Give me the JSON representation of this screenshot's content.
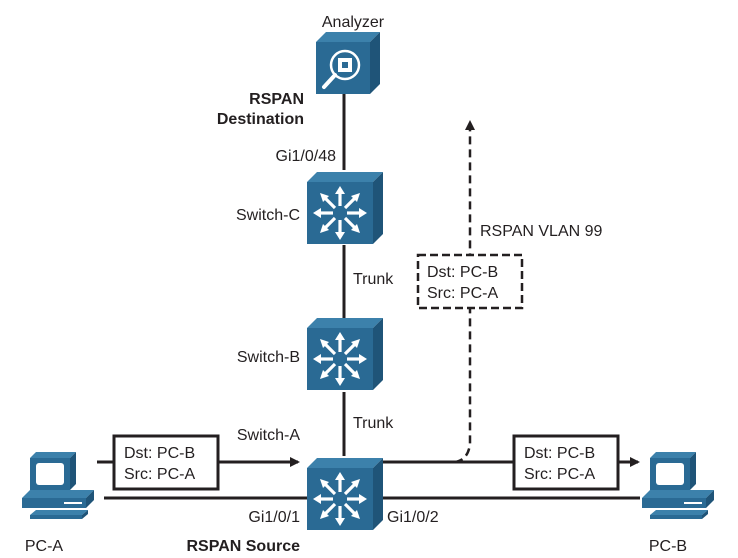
{
  "colors": {
    "device_face": "#2a6a94",
    "device_top": "#3c81ab",
    "device_side": "#1f5478",
    "line": "#231f20",
    "icon_white": "#ffffff"
  },
  "devices": {
    "analyzer": {
      "label": "Analyzer",
      "icon": "analyzer-magnifier-icon"
    },
    "switch_c": {
      "label": "Switch-C",
      "icon": "layer3-switch-icon"
    },
    "switch_b": {
      "label": "Switch-B",
      "icon": "layer3-switch-icon"
    },
    "switch_a": {
      "label": "Switch-A",
      "icon": "layer3-switch-icon"
    },
    "pc_a": {
      "label": "PC-A",
      "icon": "workstation-icon"
    },
    "pc_b": {
      "label": "PC-B",
      "icon": "workstation-icon"
    }
  },
  "roles": {
    "destination_line1": "RSPAN",
    "destination_line2": "Destination",
    "source": "RSPAN Source"
  },
  "ports": {
    "switch_c_dest": "Gi1/0/48",
    "switch_a_src": "Gi1/0/1",
    "switch_a_dst": "Gi1/0/2"
  },
  "links": {
    "trunk_c_b": "Trunk",
    "trunk_b_a": "Trunk"
  },
  "vlan_label": "RSPAN VLAN 99",
  "frames": {
    "ingress": {
      "dst": "Dst: PC-B",
      "src": "Src: PC-A"
    },
    "egress": {
      "dst": "Dst: PC-B",
      "src": "Src: PC-A"
    },
    "mirrored": {
      "dst": "Dst: PC-B",
      "src": "Src: PC-A"
    }
  }
}
